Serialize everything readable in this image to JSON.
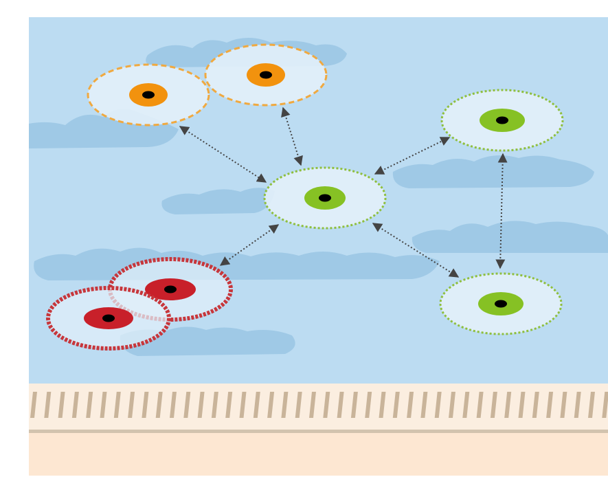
{
  "colors": {
    "page_bg": "#ffffff",
    "water": "#bcdcf2",
    "wave": "#9ac6e4",
    "membrane_band": "#fbeee0",
    "membrane_stripe": "#c9b49a",
    "membrane_line": "#d2c3ae",
    "base_layer": "#fde7d2",
    "halo_fill": "#e2f0fa",
    "halo_overlap": "#eef6fc",
    "dot": "#000000",
    "arrow": "#444444"
  },
  "node_types": {
    "orange": {
      "color": "#f2920e",
      "border": "#f0a940",
      "border_style": "dashed"
    },
    "green": {
      "color": "#86c124",
      "border": "#8fbf3e",
      "border_style": "dotted"
    },
    "red": {
      "color": "#c8202a",
      "border": "#c7363b",
      "border_style": "dense-dashed"
    }
  },
  "nodes": [
    {
      "id": "orange-1",
      "type": "orange"
    },
    {
      "id": "orange-2",
      "type": "orange"
    },
    {
      "id": "green-center",
      "type": "green"
    },
    {
      "id": "green-top-right",
      "type": "green"
    },
    {
      "id": "green-bottom-right",
      "type": "green"
    },
    {
      "id": "red-1",
      "type": "red"
    },
    {
      "id": "red-2",
      "type": "red"
    }
  ],
  "connections": [
    {
      "from": "orange-1",
      "to": "green-center",
      "style": "dotted",
      "heads": "both"
    },
    {
      "from": "orange-2",
      "to": "green-center",
      "style": "dotted",
      "heads": "both"
    },
    {
      "from": "green-center",
      "to": "green-top-right",
      "style": "dotted",
      "heads": "both"
    },
    {
      "from": "green-center",
      "to": "green-bottom-right",
      "style": "dotted",
      "heads": "both"
    },
    {
      "from": "green-center",
      "to": "red-1",
      "style": "dotted",
      "heads": "both"
    },
    {
      "from": "green-top-right",
      "to": "green-bottom-right",
      "style": "dotted",
      "heads": "both"
    }
  ]
}
